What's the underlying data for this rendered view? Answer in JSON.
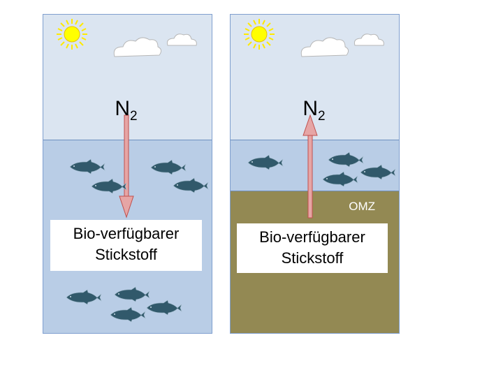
{
  "panels": {
    "left": {
      "molecule": "N",
      "molecule_sub": "2",
      "box_line1": "Bio-verfügbarer",
      "box_line2": "Stickstoff",
      "arrow_direction": "down"
    },
    "right": {
      "molecule": "N",
      "molecule_sub": "2",
      "box_line1": "Bio-verfügbarer",
      "box_line2": "Stickstoff",
      "zone_label": "OMZ",
      "arrow_direction": "up"
    }
  },
  "colors": {
    "sky": "#dbe5f1",
    "water": "#b9cde6",
    "omz": "#938953",
    "arrow_fill": "#e6a5a5",
    "arrow_stroke": "#c0504d",
    "fish": "#31596b",
    "sun": "#ffff00"
  },
  "icons": [
    "sun-icon",
    "cloud-icon",
    "fish-icon"
  ]
}
